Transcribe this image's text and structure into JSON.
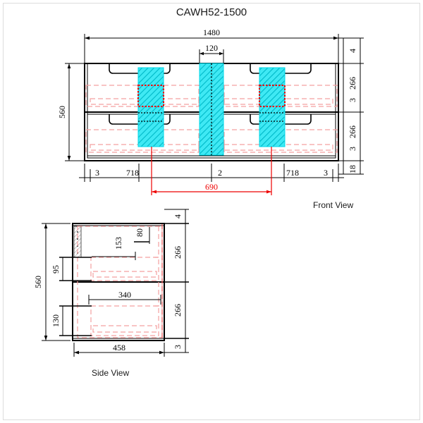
{
  "drawing": {
    "title": "CAWH52-1500",
    "border_color": "#d8d8d8",
    "line_color": "#000000",
    "hidden_line_color": "#f4a0a0",
    "accent_red": "#ee0000",
    "hatch_cyan": "#00e8f0",
    "views": [
      {
        "id": "front",
        "label": "Front View"
      },
      {
        "id": "side",
        "label": "Side View"
      }
    ]
  },
  "front_view": {
    "label": "Front View",
    "top_dimensions": [
      {
        "name": "overall-width",
        "value": "1480"
      },
      {
        "name": "center-panel-width",
        "value": "120"
      }
    ],
    "left_dimensions": [
      {
        "name": "overall-height",
        "value": "560"
      }
    ],
    "right_dimensions": [
      {
        "name": "top-gap",
        "value": "4"
      },
      {
        "name": "upper-drawer-thickness",
        "value": "3"
      },
      {
        "name": "upper-drawer-height",
        "value": "266"
      },
      {
        "name": "lower-drawer-thickness",
        "value": "3"
      },
      {
        "name": "lower-drawer-height",
        "value": "266"
      },
      {
        "name": "bottom-gap",
        "value": "18"
      }
    ],
    "bottom_chain": [
      {
        "name": "left-edge",
        "value": "3"
      },
      {
        "name": "left-drawer-width",
        "value": "718"
      },
      {
        "name": "center-gap",
        "value": "2"
      },
      {
        "name": "right-drawer-width",
        "value": "718"
      },
      {
        "name": "right-edge",
        "value": "3"
      }
    ],
    "red_dimension": {
      "name": "sink-span",
      "value": "690"
    }
  },
  "side_view": {
    "label": "Side View",
    "left_dimensions": [
      {
        "name": "overall-height",
        "value": "560"
      },
      {
        "name": "upper-bracket-offset",
        "value": "95"
      },
      {
        "name": "lower-bracket-offset",
        "value": "130"
      }
    ],
    "right_dimensions": [
      {
        "name": "top-gap",
        "value": "4"
      },
      {
        "name": "upper-drawer-height",
        "value": "266"
      },
      {
        "name": "lower-drawer-height",
        "value": "266"
      },
      {
        "name": "bottom-gap",
        "value": "3"
      }
    ],
    "bottom_dimensions": [
      {
        "name": "overall-depth",
        "value": "458"
      }
    ],
    "inner_dimensions": [
      {
        "name": "upper-drawer-depth",
        "value": "153"
      },
      {
        "name": "rear-offset",
        "value": "80"
      },
      {
        "name": "lower-drawer-depth",
        "value": "340"
      }
    ]
  }
}
